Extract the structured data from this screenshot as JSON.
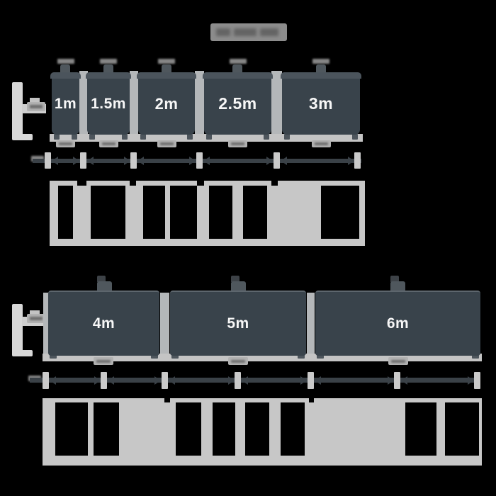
{
  "header": {
    "logo_name": "blurred-brand-logo"
  },
  "size_rows": [
    {
      "name": "small-sizes",
      "items": [
        {
          "label": "1m"
        },
        {
          "label": "1.5m"
        },
        {
          "label": "2m"
        },
        {
          "label": "2.5m"
        },
        {
          "label": "3m"
        }
      ]
    },
    {
      "name": "large-sizes",
      "items": [
        {
          "label": "4m"
        },
        {
          "label": "5m"
        },
        {
          "label": "6m"
        }
      ]
    }
  ],
  "colors": {
    "panel_dark": "#39434b",
    "panel_lid": "#4b545c",
    "structure_gray": "#c7c7c7",
    "dimension_line": "#3a4147",
    "label_text": "#f7f7f7",
    "background": "#000000"
  }
}
